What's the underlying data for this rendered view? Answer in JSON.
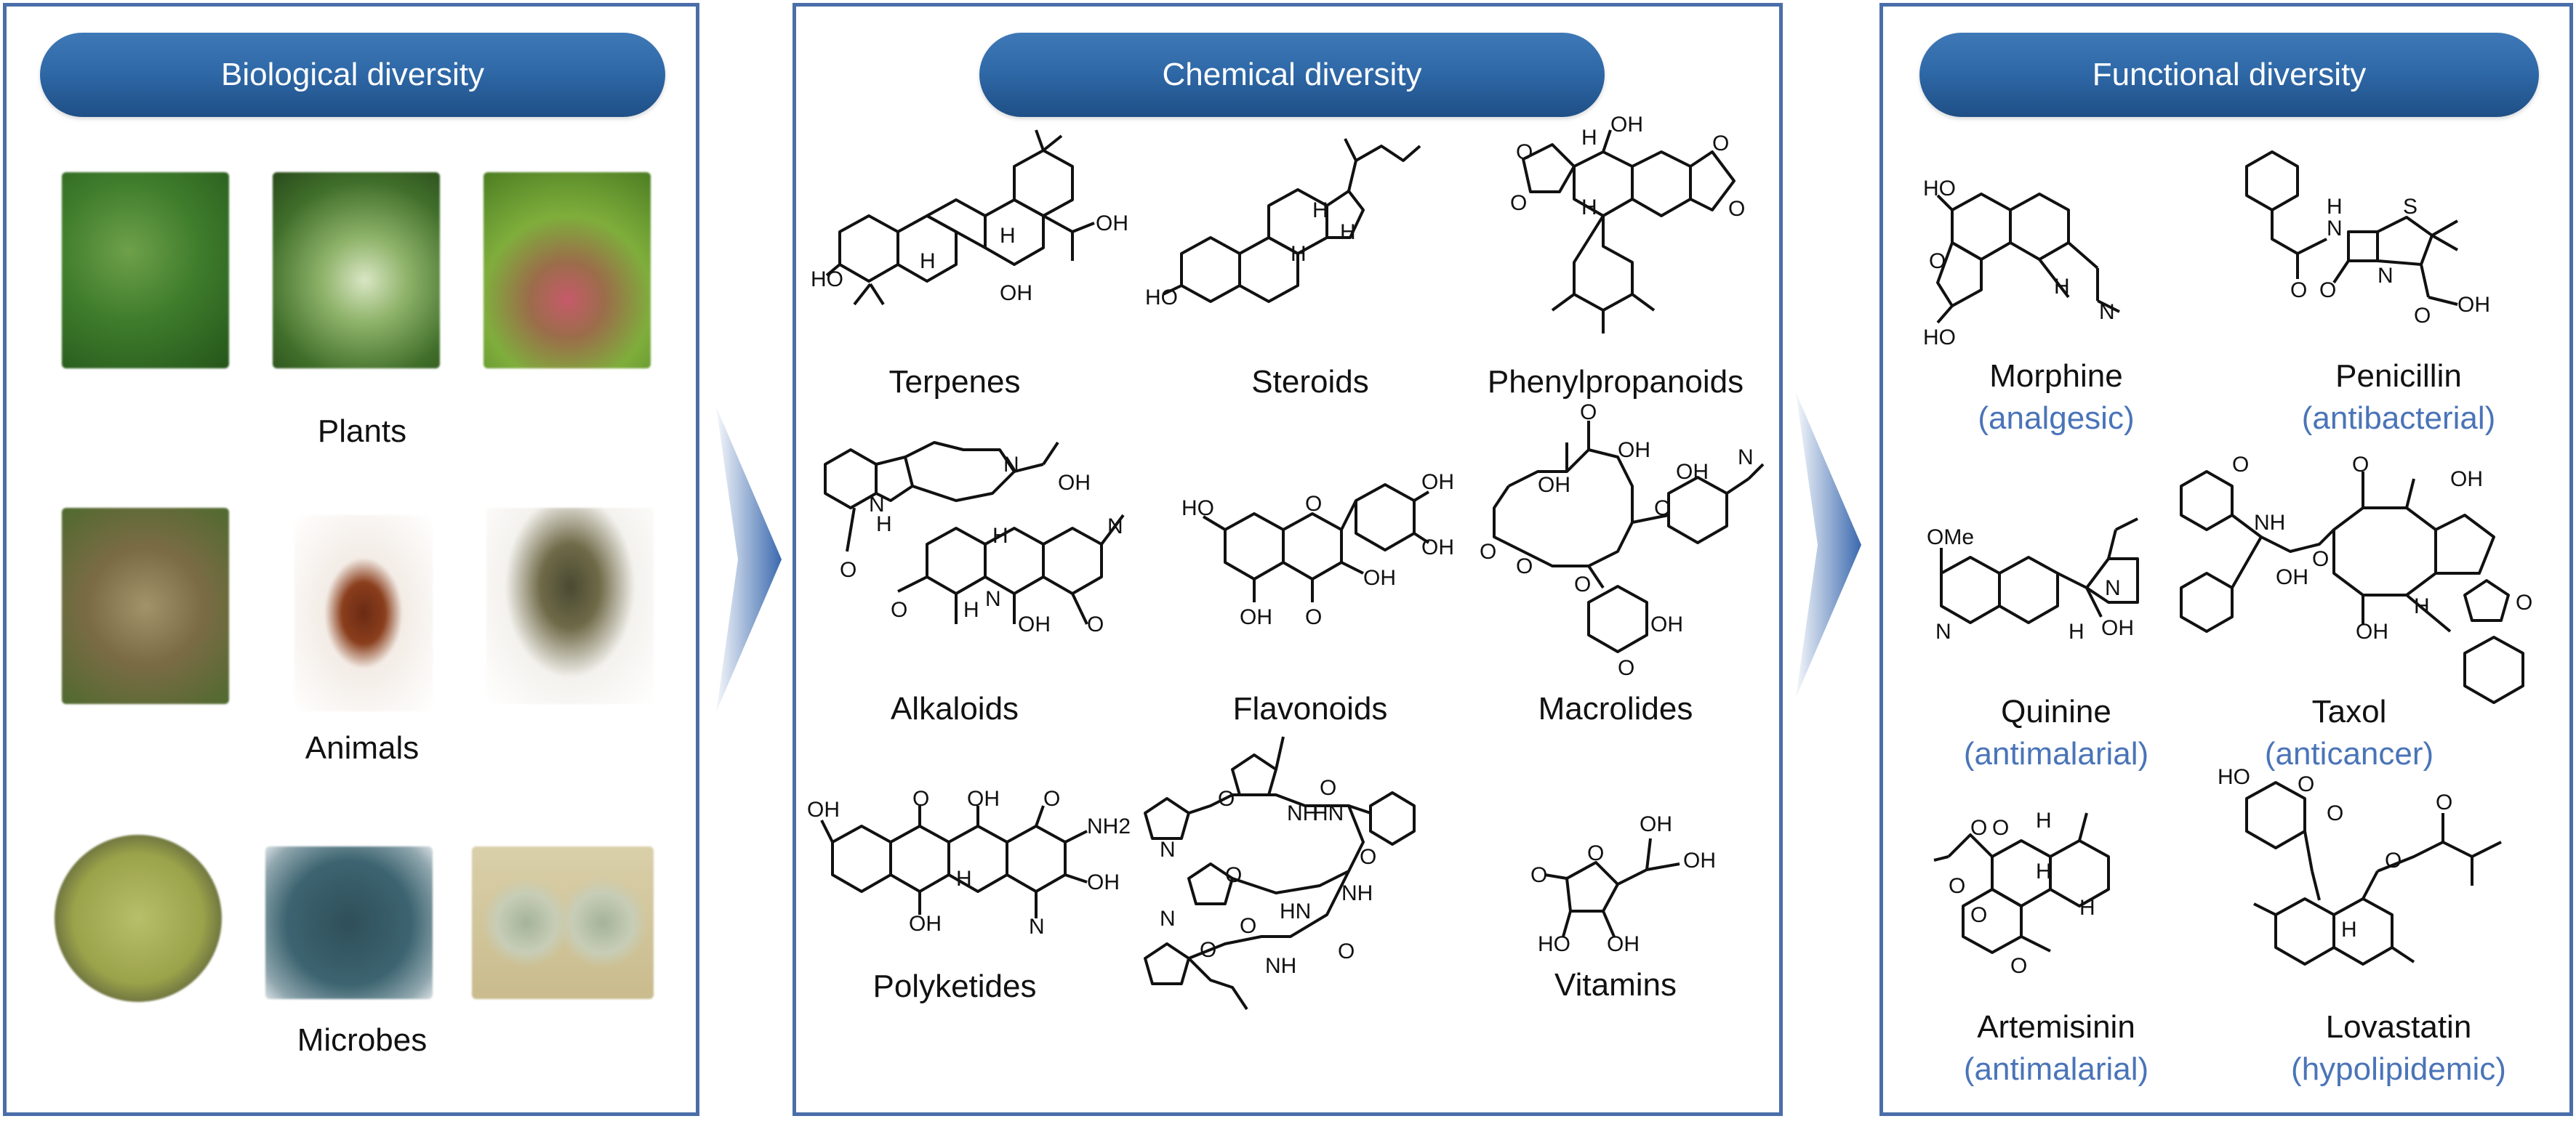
{
  "panels": {
    "biological": {
      "title": "Biological diversity",
      "groups": [
        {
          "label": "Plants"
        },
        {
          "label": "Animals"
        },
        {
          "label": "Microbes"
        }
      ]
    },
    "chemical": {
      "title": "Chemical diversity",
      "classes": [
        {
          "label": "Terpenes"
        },
        {
          "label": "Steroids"
        },
        {
          "label": "Phenylpropanoids"
        },
        {
          "label": "Alkaloids"
        },
        {
          "label": "Flavonoids"
        },
        {
          "label": "Macrolides"
        },
        {
          "label": "Polyketides"
        },
        {
          "label": "Vitamins"
        }
      ]
    },
    "functional": {
      "title": "Functional diversity",
      "compounds": [
        {
          "name": "Morphine",
          "function": "(analgesic)"
        },
        {
          "name": "Penicillin",
          "function": "(antibacterial)"
        },
        {
          "name": "Quinine",
          "function": "(antimalarial)"
        },
        {
          "name": "Taxol",
          "function": "(anticancer)"
        },
        {
          "name": "Artemisinin",
          "function": "(antimalarial)"
        },
        {
          "name": "Lovastatin",
          "function": "(hypolipidemic)"
        }
      ]
    }
  },
  "structure_atoms": {
    "oh": "OH",
    "ho": "HO",
    "h": "H",
    "o": "O",
    "n": "N",
    "s": "S",
    "nh": "NH",
    "hn": "HN",
    "nh2": "NH2",
    "ome": "OMe"
  },
  "colors": {
    "panel_border": "#4a6ea9",
    "pill_fill": "#2f69a8",
    "function_text": "#4a74b8",
    "arrow": "#3a69ae"
  }
}
